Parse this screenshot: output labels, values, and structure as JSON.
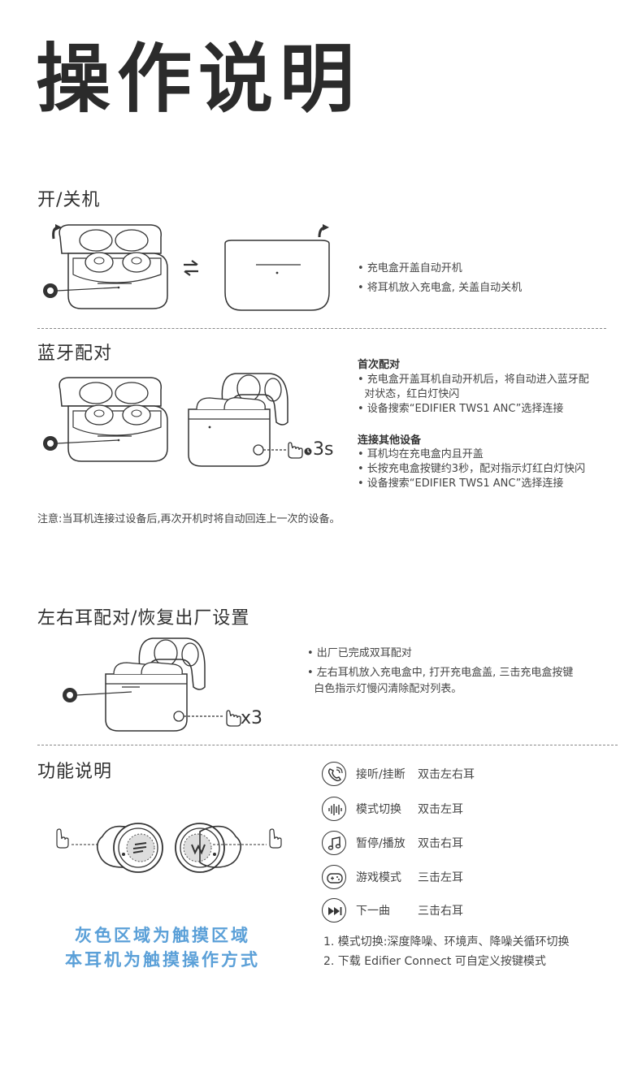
{
  "page_title": "操作说明",
  "power": {
    "heading": "开/关机",
    "bullets": [
      "• 充电盒开盖自动开机",
      "• 将耳机放入充电盒, 关盖自动关机"
    ]
  },
  "bluetooth": {
    "heading": "蓝牙配对",
    "first_title": "首次配对",
    "first_bullets": [
      "• 充电盒开盖耳机自动开机后，将自动进入蓝牙配",
      "  对状态，红白灯快闪",
      "• 设备搜索“EDIFIER TWS1 ANC”选择连接"
    ],
    "other_title": "连接其他设备",
    "other_bullets": [
      "• 耳机均在充电盒内且开盖",
      "• 长按充电盒按键约3秒，配对指示灯红白灯快闪",
      "• 设备搜索“EDIFIER TWS1 ANC”选择连接"
    ],
    "hold_label": "3s",
    "note": "注意:当耳机连接过设备后,再次开机时将自动回连上一次的设备。"
  },
  "reset": {
    "heading": "左右耳配对/恢复出厂设置",
    "bullets": [
      "• 出厂已完成双耳配对",
      "• 左右耳机放入充电盒中, 打开充电盒盖, 三击充电盒按键",
      "  白色指示灯慢闪清除配对列表。"
    ],
    "tap_label": "x3"
  },
  "functions": {
    "heading": "功能说明",
    "touch_note_1": "灰色区域为触摸区域",
    "touch_note_2": "本耳机为触摸操作方式",
    "rows": [
      {
        "icon": "phone-icon",
        "label": "接听/挂断",
        "action": "双击左右耳"
      },
      {
        "icon": "waveform-icon",
        "label": "模式切换",
        "action": "双击左耳"
      },
      {
        "icon": "music-note-icon",
        "label": "暂停/播放",
        "action": "双击右耳"
      },
      {
        "icon": "gamepad-icon",
        "label": "游戏模式",
        "action": "三击左耳"
      },
      {
        "icon": "next-track-icon",
        "label": "下一曲",
        "action": "三击右耳"
      }
    ],
    "notes": [
      "1. 模式切换:深度降噪、环境声、降噪关循环切换",
      "2. 下载 Edifier Connect 可自定义按键模式"
    ]
  },
  "colors": {
    "accent_blue": "#5ba0d8",
    "text": "#444444",
    "heading": "#2b2b2b"
  }
}
